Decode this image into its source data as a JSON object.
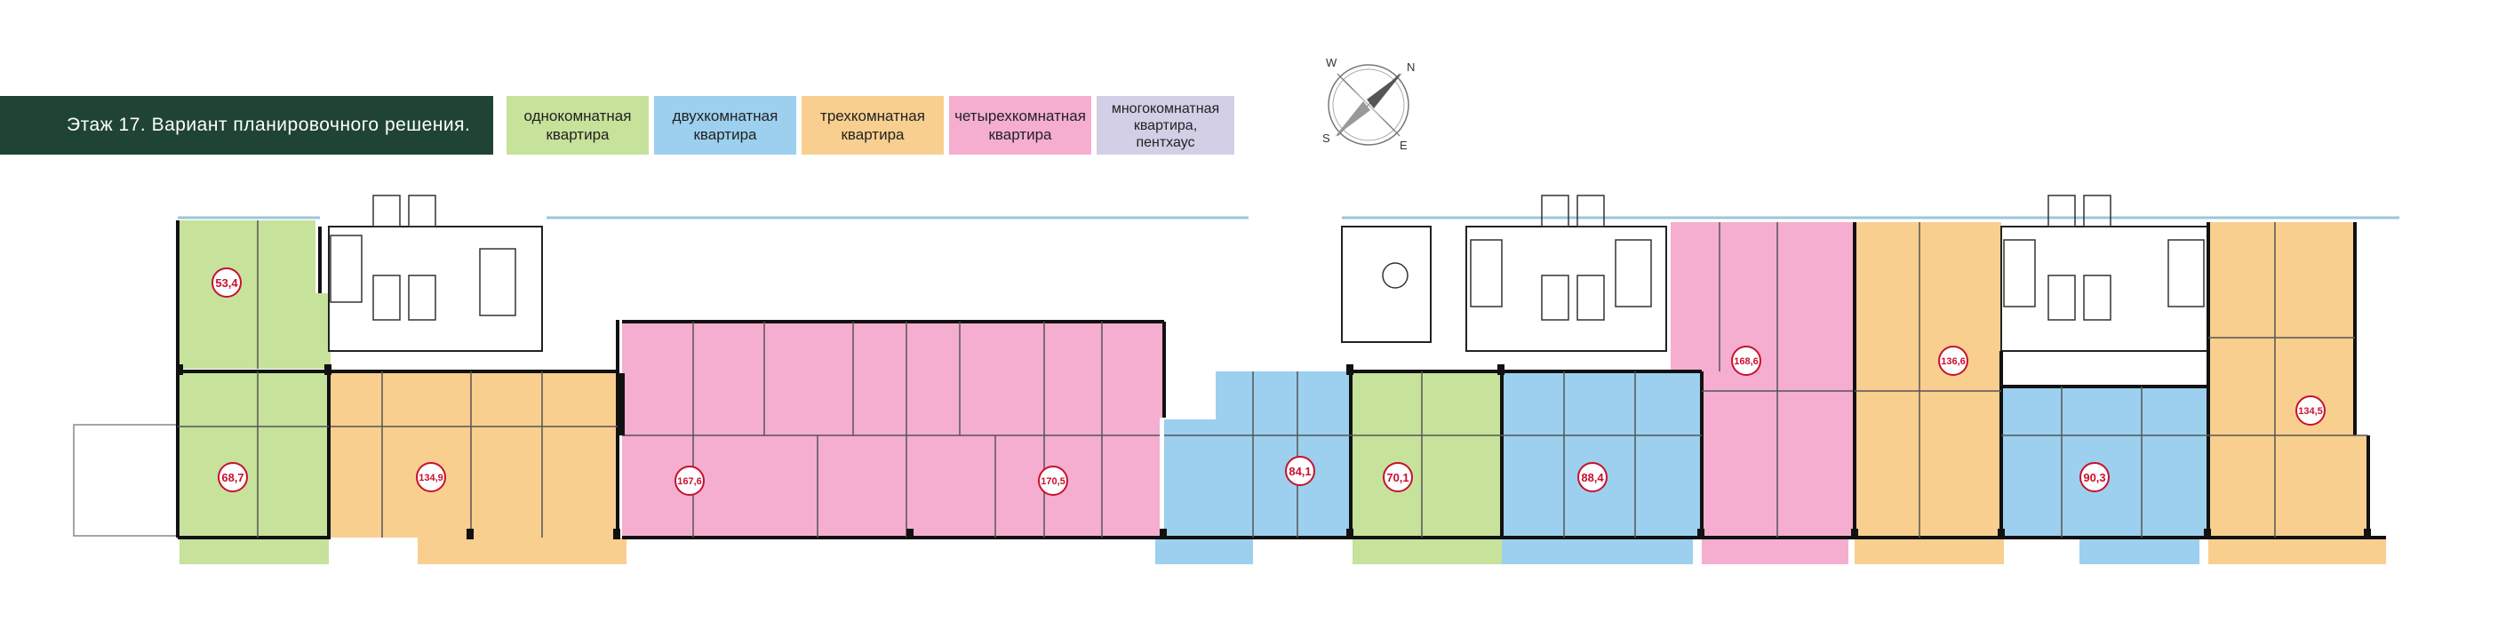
{
  "title": "Этаж 17. Вариант планировочного решения.",
  "legend": [
    {
      "key": "one",
      "label": "однокомнатная\nквартира",
      "color": "#c6e29b"
    },
    {
      "key": "two",
      "label": "двухкомнатная\nквартира",
      "color": "#9cd0ee"
    },
    {
      "key": "three",
      "label": "трехкомнатная\nквартира",
      "color": "#f8cf8f"
    },
    {
      "key": "four",
      "label": "четырехкомнатная\nквартира",
      "color": "#f5aed0"
    },
    {
      "key": "multi",
      "label": "многокомнатная\nквартира,\nпентхаус",
      "color": "#d3cfe6"
    }
  ],
  "compass": {
    "n": "N",
    "e": "E",
    "s": "S",
    "w": "W"
  },
  "apartments": [
    {
      "id": "a1",
      "type": "one",
      "area": "53,4"
    },
    {
      "id": "a2",
      "type": "one",
      "area": "68,7"
    },
    {
      "id": "a3",
      "type": "three",
      "area": "134,9"
    },
    {
      "id": "a4",
      "type": "four",
      "area": "167,6"
    },
    {
      "id": "a5",
      "type": "four",
      "area": "170,5"
    },
    {
      "id": "a6",
      "type": "two",
      "area": "84,1"
    },
    {
      "id": "a7",
      "type": "one",
      "area": "70,1"
    },
    {
      "id": "a8",
      "type": "two",
      "area": "88,4"
    },
    {
      "id": "a9",
      "type": "four",
      "area": "168,6"
    },
    {
      "id": "a10",
      "type": "three",
      "area": "136,6"
    },
    {
      "id": "a11",
      "type": "two",
      "area": "90,3"
    },
    {
      "id": "a12",
      "type": "three",
      "area": "134,5"
    }
  ]
}
